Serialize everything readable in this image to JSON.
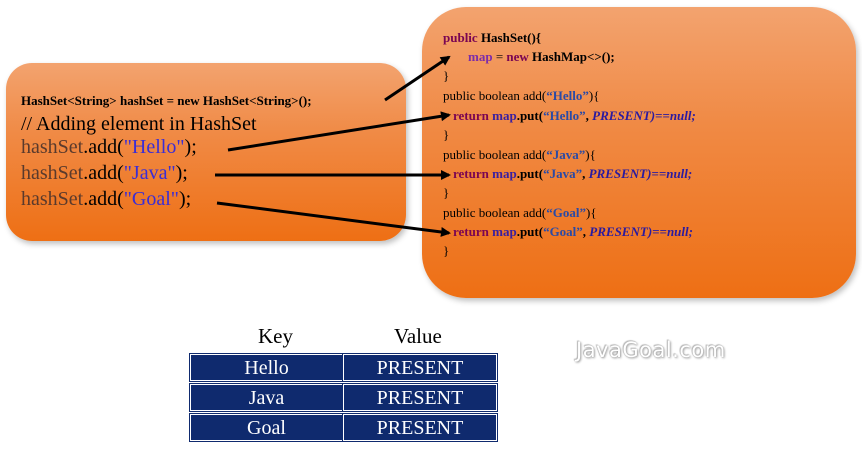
{
  "left_code": {
    "declaration": "HashSet<String> hashSet = new HashSet<String>();",
    "comment": "// Adding element in HashSet",
    "calls": [
      {
        "object": "hashSet",
        "method": ".add(",
        "arg": "\"Hello\"",
        "end": ");"
      },
      {
        "object": "hashSet",
        "method": ".add(",
        "arg": "\"Java\"",
        "end": ");"
      },
      {
        "object": "hashSet",
        "method": ".add(",
        "arg": "\"Goal\"",
        "end": ");"
      }
    ]
  },
  "right_code": {
    "ctor_kw": "public",
    "ctor_name": "HashSet(){",
    "map_field": "map",
    "map_eq": " = ",
    "map_new": "new",
    "map_type": " HashMap<>();",
    "ctor_close": "}",
    "methods": [
      {
        "signature_pre": "public boolean add(",
        "arg": "“Hello”",
        "signature_post": "){",
        "ret_kw": "return",
        "map": " map",
        "put": ".put(",
        "key": "“Hello”",
        "comma": ", ",
        "present": "PRESENT",
        "tail": ")==null;",
        "close": "}"
      },
      {
        "signature_pre": "public boolean add(",
        "arg": "“Java”",
        "signature_post": "){",
        "ret_kw": "return",
        "map": " map",
        "put": ".put(",
        "key": "“Java”",
        "comma": ", ",
        "present": "PRESENT",
        "tail": ")==null;",
        "close": "}"
      },
      {
        "signature_pre": "public boolean add(",
        "arg": "“Goal”",
        "signature_post": "){",
        "ret_kw": "return",
        "map": " map",
        "put": ".put(",
        "key": "“Goal”",
        "comma": ", ",
        "present": "PRESENT",
        "tail": ")==null;",
        "close": "}"
      }
    ]
  },
  "table": {
    "key_header": "Key",
    "value_header": "Value",
    "rows": [
      {
        "key": "Hello",
        "value": "PRESENT"
      },
      {
        "key": "Java",
        "value": "PRESENT"
      },
      {
        "key": "Goal",
        "value": "PRESENT"
      }
    ]
  },
  "watermark": "JavaGoal.com",
  "colors": {
    "box_top": "#f3a36f",
    "box_bottom": "#ee6f14",
    "table_cell": "#0f2a6e",
    "string_literal": "#3a2dd6",
    "keyword": "#7a0552"
  }
}
